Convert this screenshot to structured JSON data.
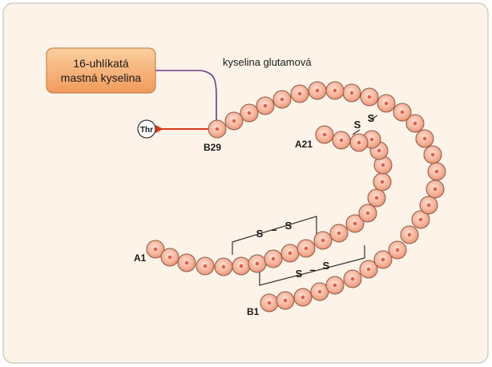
{
  "colors": {
    "panel_bg": "#fdf3e8",
    "panel_border": "#c9c3bc",
    "bead_fill": "#f4a98f",
    "bead_stroke": "#8a5a48",
    "bead_center": "#e05a4a",
    "box_fill": "#f7b27e",
    "box_stroke": "#b9773f",
    "linker": "#6a3d8f",
    "arrow": "#d63a1a",
    "bracket": "#333333"
  },
  "box": {
    "line1": "16-uhlíkatá",
    "line2": "mastná kyselina"
  },
  "labels": {
    "glutamic": "kyselina glutamová",
    "thr": "Thr",
    "b29": "B29",
    "a21": "A21",
    "a1": "A1",
    "b1": "B1"
  },
  "disulfides": [
    {
      "id": "ss-a-chain",
      "s1": "S",
      "dash": "–",
      "s2": "S"
    },
    {
      "id": "ss-middle",
      "s1": "S",
      "dash": "–",
      "s2": "S"
    },
    {
      "id": "ss-lower",
      "s1": "S",
      "dash": "–",
      "s2": "S"
    }
  ]
}
